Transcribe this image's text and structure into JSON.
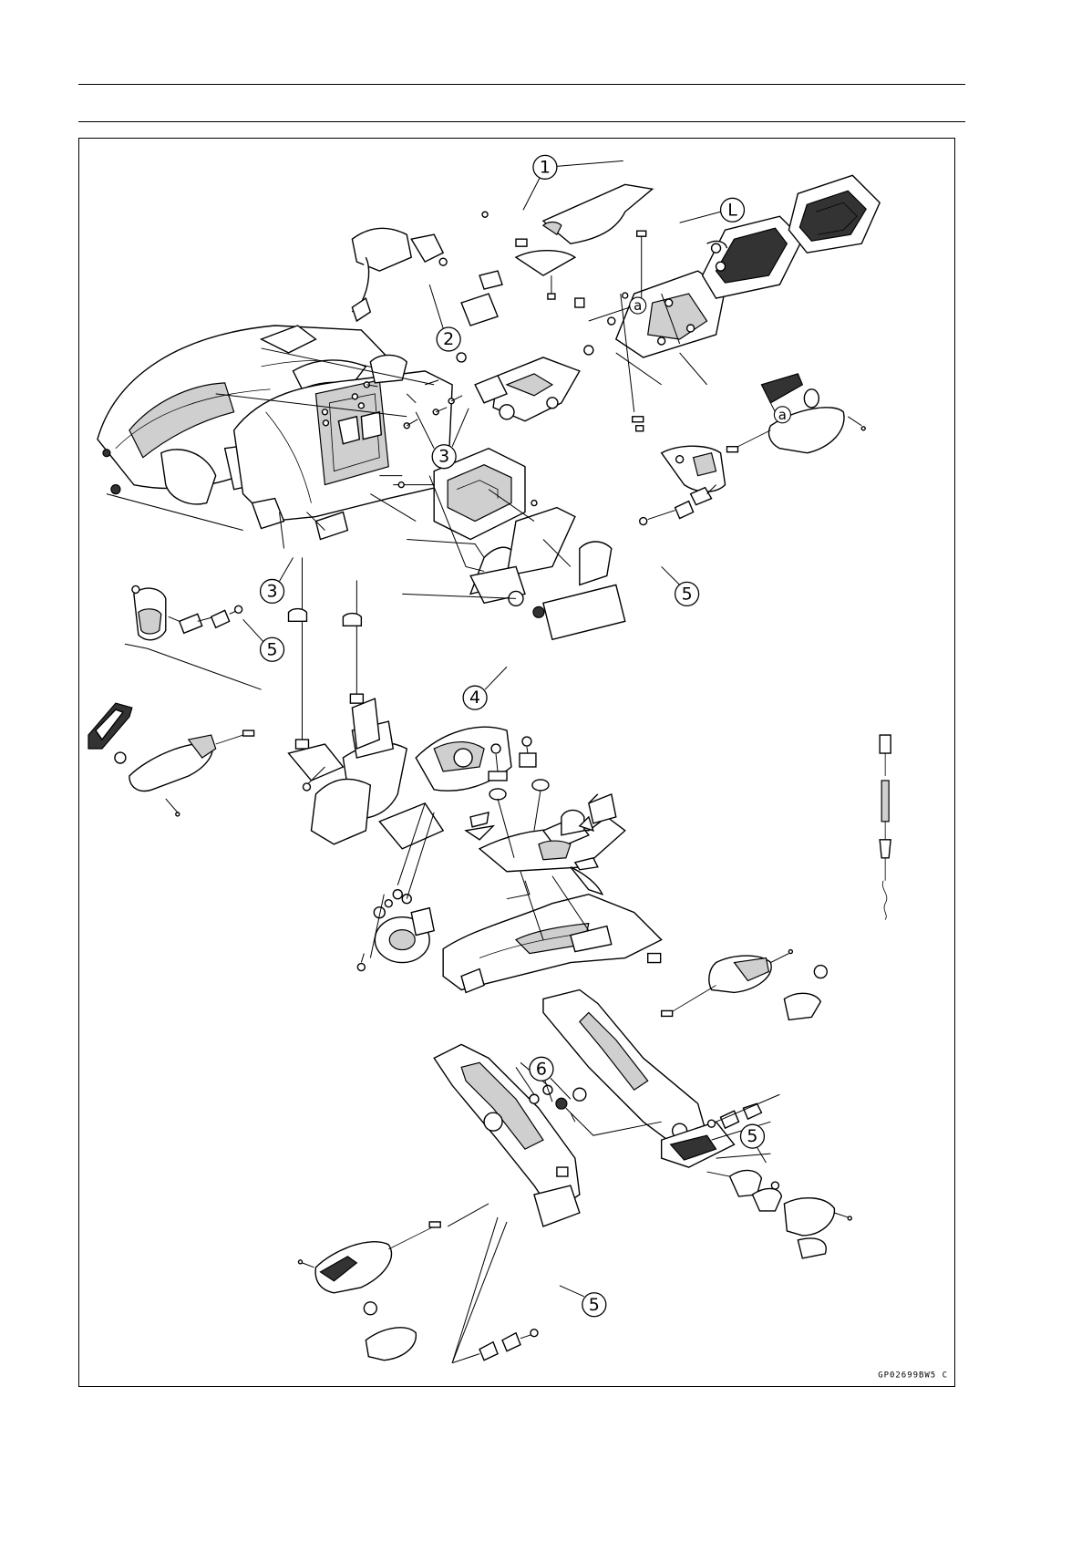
{
  "figure_code": "GP02699BW5 C",
  "callouts": [
    {
      "id": "c1",
      "label": "1"
    },
    {
      "id": "c2",
      "label": "2"
    },
    {
      "id": "c3a",
      "label": "3"
    },
    {
      "id": "c3b",
      "label": "3"
    },
    {
      "id": "c4",
      "label": "4"
    },
    {
      "id": "c5a",
      "label": "5"
    },
    {
      "id": "c5b",
      "label": "5"
    },
    {
      "id": "c5c",
      "label": "5"
    },
    {
      "id": "c5d",
      "label": "5"
    },
    {
      "id": "c6",
      "label": "6"
    },
    {
      "id": "cL",
      "label": "L"
    }
  ],
  "markers": [
    {
      "id": "ma1",
      "label": "a"
    },
    {
      "id": "ma2",
      "label": "a"
    }
  ]
}
